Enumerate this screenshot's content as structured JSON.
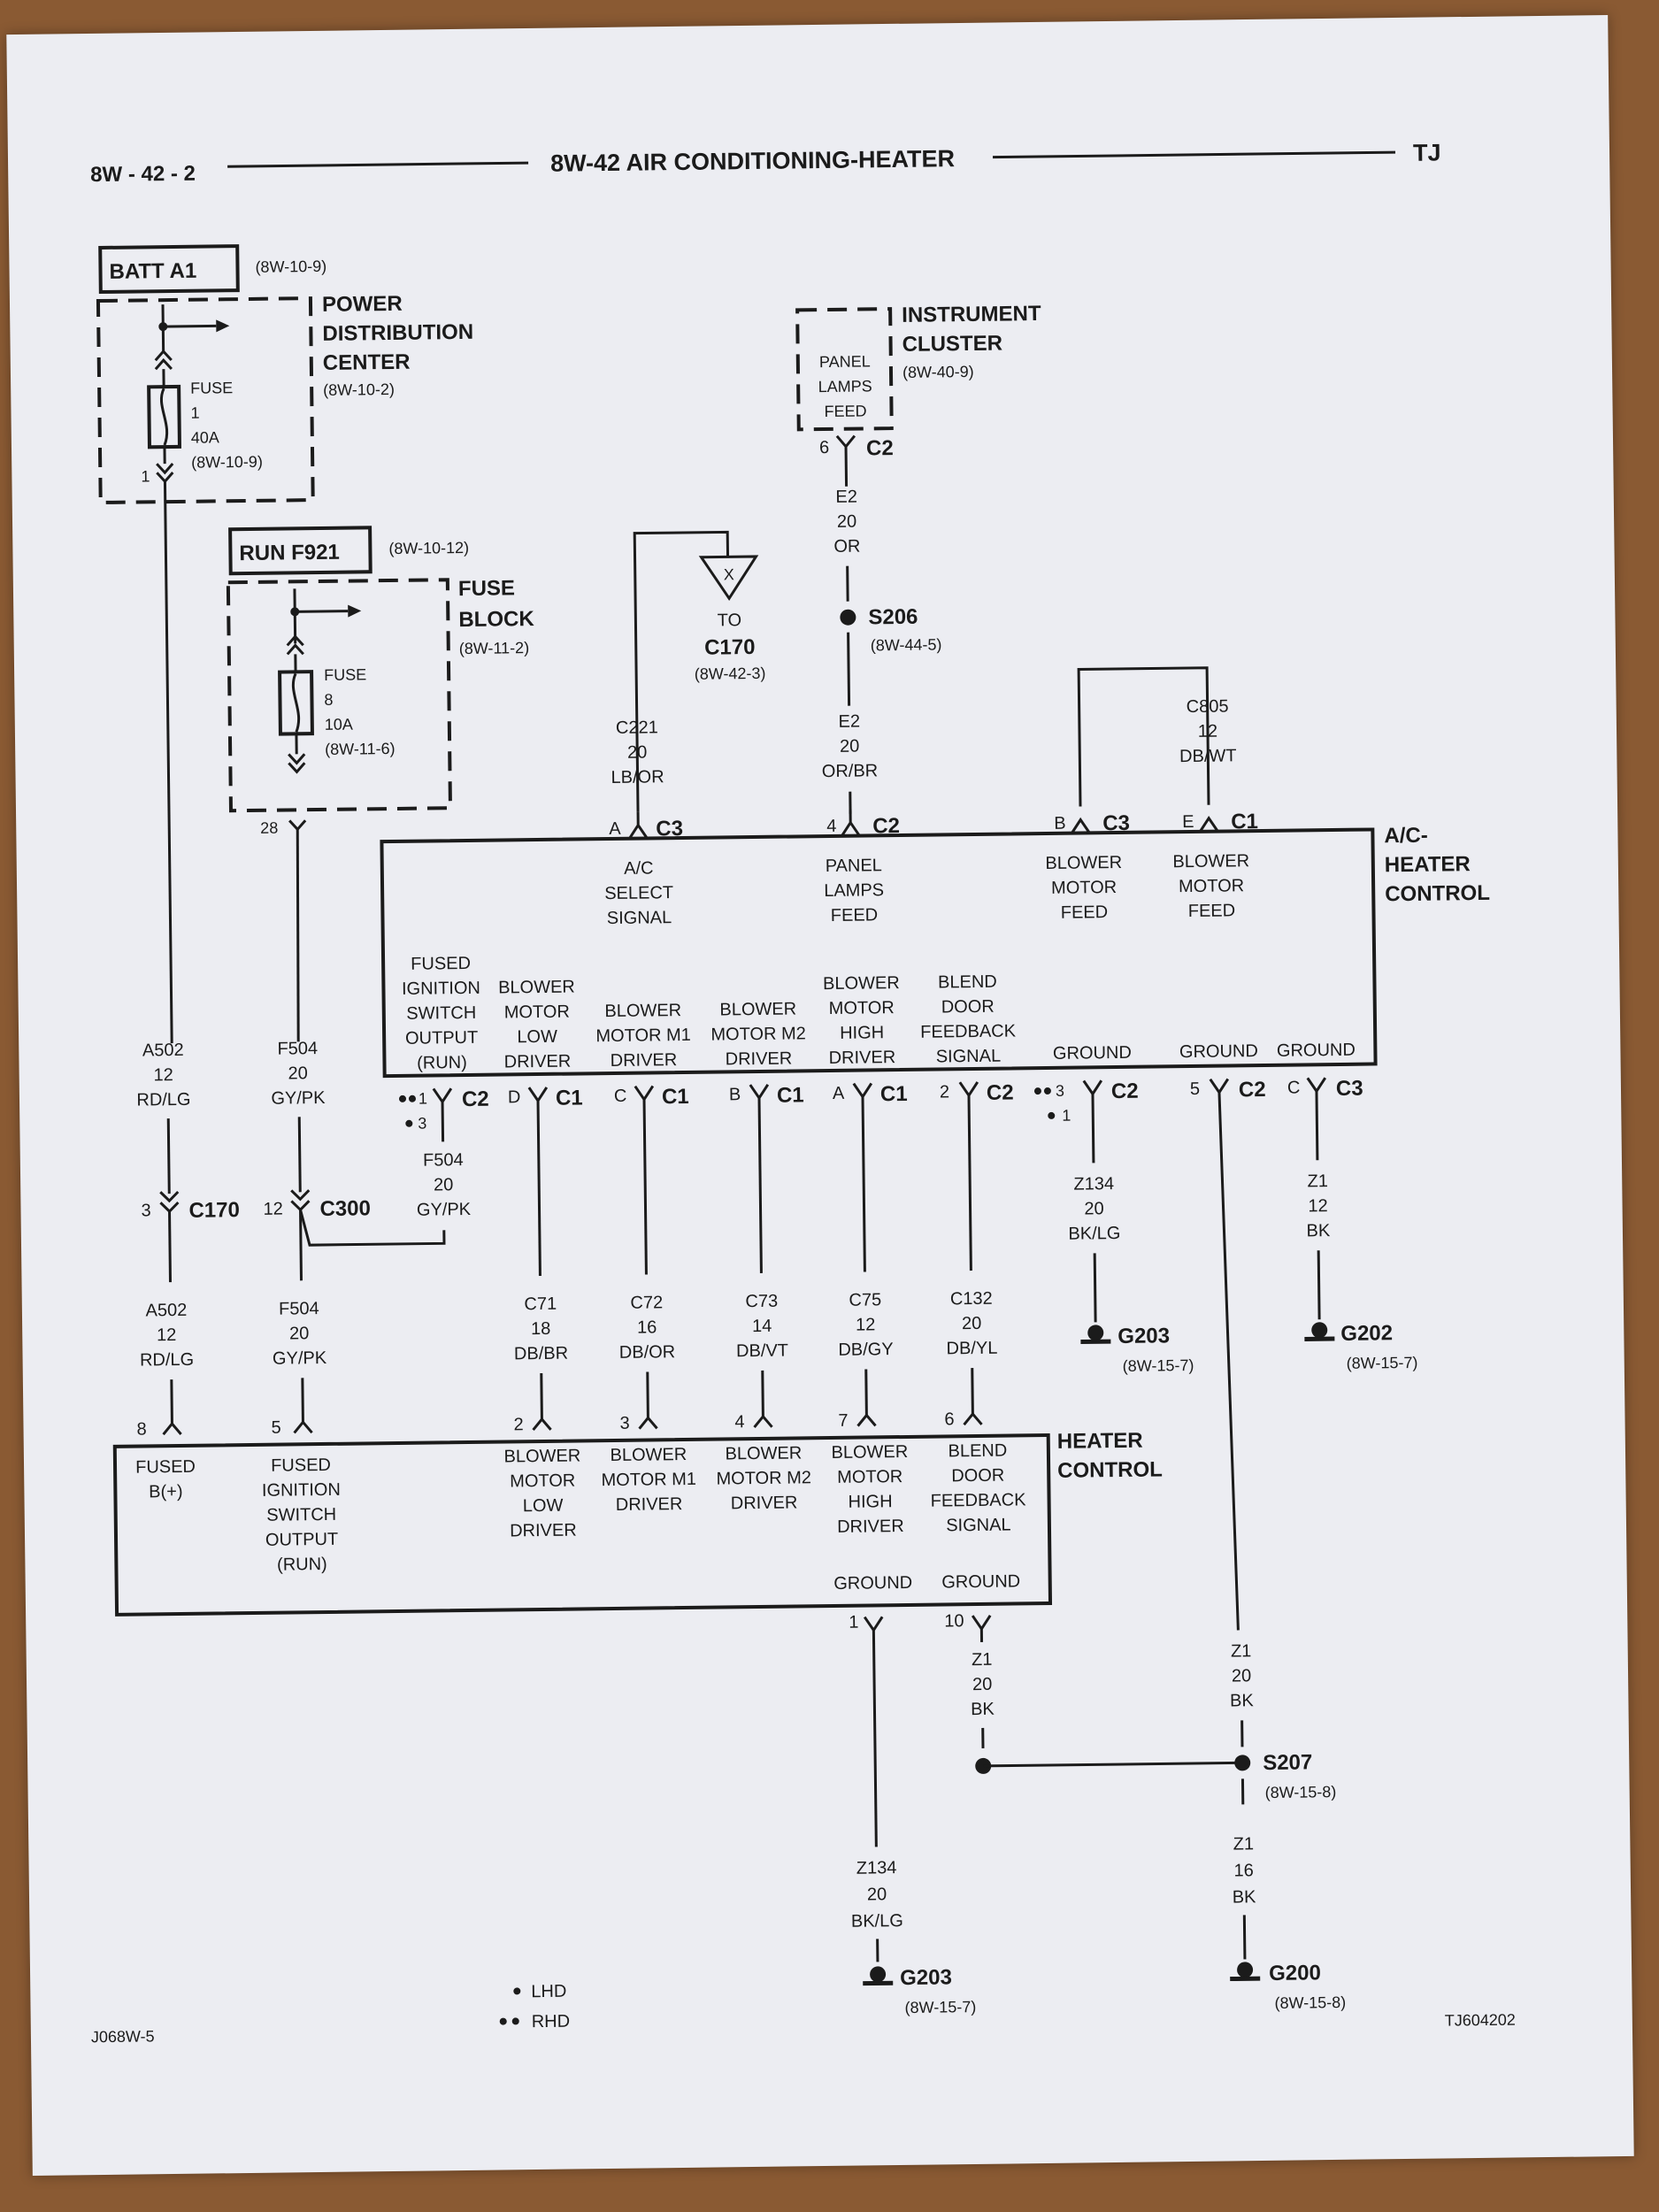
{
  "header": {
    "page": "8W - 42 - 2",
    "title": "8W-42 AIR CONDITIONING-HEATER",
    "model": "TJ"
  },
  "pdc": {
    "source": "BATT A1",
    "source_ref": "(8W-10-9)",
    "name": [
      "POWER",
      "DISTRIBUTION",
      "CENTER"
    ],
    "ref": "(8W-10-2)",
    "fuse": [
      "FUSE",
      "1",
      "40A",
      "(8W-10-9)"
    ],
    "pin": "1"
  },
  "fuse_block": {
    "source": "RUN F921",
    "source_ref": "(8W-10-12)",
    "name": [
      "FUSE",
      "BLOCK"
    ],
    "ref": "(8W-11-2)",
    "fuse": [
      "FUSE",
      "8",
      "10A",
      "(8W-11-6)"
    ],
    "pin": "28"
  },
  "cluster": {
    "name": [
      "INSTRUMENT",
      "CLUSTER"
    ],
    "ref": "(8W-40-9)",
    "feed": [
      "PANEL",
      "LAMPS",
      "FEED"
    ],
    "pin": "6",
    "conn": "C2"
  },
  "to_c170": {
    "x": "X",
    "to": "TO",
    "conn": "C170",
    "ref": "(8W-42-3)"
  },
  "splices": {
    "s206": {
      "name": "S206",
      "ref": "(8W-44-5)"
    },
    "s207": {
      "name": "S207",
      "ref": "(8W-15-8)"
    }
  },
  "wires": {
    "c221": [
      "C221",
      "20",
      "LB/OR"
    ],
    "e2_top": [
      "E2",
      "20",
      "OR"
    ],
    "e2_bot": [
      "E2",
      "20",
      "OR/BR"
    ],
    "c805": [
      "C805",
      "12",
      "DB/WT"
    ],
    "a502_top": [
      "A502",
      "12",
      "RD/LG"
    ],
    "f504_top": [
      "F504",
      "20",
      "GY/PK"
    ],
    "f504_jmp": [
      "F504",
      "20",
      "GY/PK"
    ],
    "z134_top": [
      "Z134",
      "20",
      "BK/LG"
    ],
    "z1_12": [
      "Z1",
      "12",
      "BK"
    ],
    "a502_bot": [
      "A502",
      "12",
      "RD/LG"
    ],
    "f504_bot": [
      "F504",
      "20",
      "GY/PK"
    ],
    "c71": [
      "C71",
      "18",
      "DB/BR"
    ],
    "c72": [
      "C72",
      "16",
      "DB/OR"
    ],
    "c73": [
      "C73",
      "14",
      "DB/VT"
    ],
    "c75": [
      "C75",
      "12",
      "DB/GY"
    ],
    "c132": [
      "C132",
      "20",
      "DB/YL"
    ],
    "z1_20a": [
      "Z1",
      "20",
      "BK"
    ],
    "z1_20b": [
      "Z1",
      "20",
      "BK"
    ],
    "z134_bot": [
      "Z134",
      "20",
      "BK/LG"
    ],
    "z1_16": [
      "Z1",
      "16",
      "BK"
    ]
  },
  "inline_conn": {
    "c170": {
      "pin": "3",
      "name": "C170"
    },
    "c300": {
      "pin": "12",
      "name": "C300"
    }
  },
  "ac_module": {
    "name": [
      "A/C-",
      "HEATER",
      "CONTROL"
    ],
    "top_pins": [
      {
        "pin": "A",
        "conn": "C3",
        "label": [
          "A/C",
          "SELECT",
          "SIGNAL"
        ]
      },
      {
        "pin": "4",
        "conn": "C2",
        "label": [
          "PANEL",
          "LAMPS",
          "FEED"
        ]
      },
      {
        "pin": "B",
        "conn": "C3",
        "label": [
          "BLOWER",
          "MOTOR",
          "FEED"
        ]
      },
      {
        "pin": "E",
        "conn": "C1",
        "label": [
          "BLOWER",
          "MOTOR",
          "FEED"
        ]
      }
    ],
    "bottom_labels": [
      [
        "FUSED",
        "IGNITION",
        "SWITCH",
        "OUTPUT",
        "(RUN)"
      ],
      [
        "BLOWER",
        "MOTOR",
        "LOW",
        "DRIVER"
      ],
      [
        "BLOWER",
        "MOTOR M1",
        "DRIVER"
      ],
      [
        "BLOWER",
        "MOTOR M2",
        "DRIVER"
      ],
      [
        "BLOWER",
        "MOTOR",
        "HIGH",
        "DRIVER"
      ],
      [
        "BLEND",
        "DOOR",
        "FEEDBACK",
        "SIGNAL"
      ],
      [
        "GROUND"
      ],
      [
        "GROUND"
      ],
      [
        "GROUND"
      ]
    ],
    "bottom_pins": [
      {
        "pin": "1",
        "conn": "C2",
        "alt": "3"
      },
      {
        "pin": "D",
        "conn": "C1"
      },
      {
        "pin": "C",
        "conn": "C1"
      },
      {
        "pin": "B",
        "conn": "C1"
      },
      {
        "pin": "A",
        "conn": "C1"
      },
      {
        "pin": "2",
        "conn": "C2"
      },
      {
        "pin": "3",
        "conn": "C2",
        "alt": "1"
      },
      {
        "pin": "5",
        "conn": "C2"
      },
      {
        "pin": "C",
        "conn": "C3"
      }
    ]
  },
  "heater": {
    "name": [
      "HEATER",
      "CONTROL"
    ],
    "pins_top": [
      "8",
      "5",
      "2",
      "3",
      "4",
      "7",
      "6"
    ],
    "labels": [
      [
        "FUSED",
        "B(+)"
      ],
      [
        "FUSED",
        "IGNITION",
        "SWITCH",
        "OUTPUT",
        "(RUN)"
      ],
      [
        "BLOWER",
        "MOTOR",
        "LOW",
        "DRIVER"
      ],
      [
        "BLOWER",
        "MOTOR M1",
        "DRIVER"
      ],
      [
        "BLOWER",
        "MOTOR M2",
        "DRIVER"
      ],
      [
        "BLOWER",
        "MOTOR",
        "HIGH",
        "DRIVER"
      ],
      [
        "BLEND",
        "DOOR",
        "FEEDBACK",
        "SIGNAL"
      ]
    ],
    "grounds": [
      "GROUND",
      "GROUND"
    ],
    "pins_bottom": [
      "1",
      "10"
    ]
  },
  "grounds": {
    "g203a": {
      "name": "G203",
      "ref": "(8W-15-7)"
    },
    "g202": {
      "name": "G202",
      "ref": "(8W-15-7)"
    },
    "g203b": {
      "name": "G203",
      "ref": "(8W-15-7)"
    },
    "g200": {
      "name": "G200",
      "ref": "(8W-15-8)"
    }
  },
  "legend": {
    "lhd": "LHD",
    "rhd": "RHD"
  },
  "footer": {
    "left": "J068W-5",
    "right": "TJ604202"
  }
}
